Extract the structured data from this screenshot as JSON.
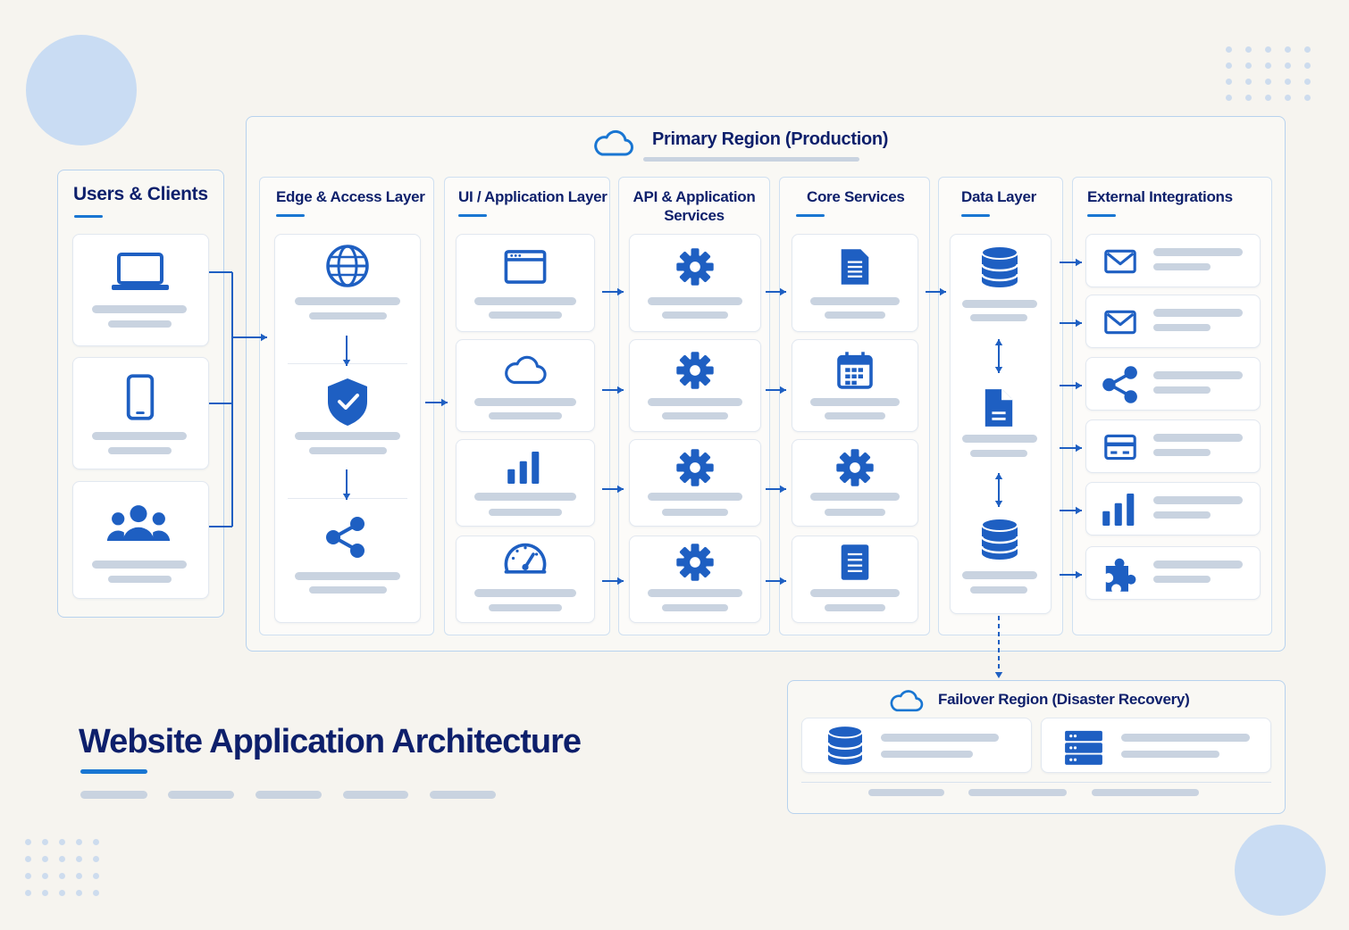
{
  "primary_region": {
    "title": "Primary Region (Production)",
    "icon": "cloud-icon"
  },
  "failover_region": {
    "title": "Failover Region (Disaster Recovery)",
    "icon": "cloud-icon"
  },
  "main_title": "Website Application Architecture",
  "columns": {
    "users": {
      "title": "Users & Clients",
      "icons": [
        "laptop-icon",
        "smartphone-icon",
        "users-group-icon"
      ]
    },
    "edge": {
      "title": "Edge & Access Layer",
      "icons": [
        "globe-icon",
        "shield-check-icon",
        "share-icon"
      ]
    },
    "ui": {
      "title": "UI / Application Layer",
      "icons": [
        "browser-window-icon",
        "cloud-icon",
        "bar-chart-icon",
        "speedometer-icon"
      ]
    },
    "api": {
      "title_line1": "API & Application",
      "title_line2": "Services",
      "icons": [
        "gear-icon",
        "gear-icon",
        "gear-icon",
        "gear-icon"
      ]
    },
    "core": {
      "title": "Core Services",
      "icons": [
        "document-icon",
        "calendar-icon",
        "gear-icon",
        "document-list-icon"
      ]
    },
    "data": {
      "title": "Data Layer",
      "icons": [
        "database-icon",
        "file-icon",
        "database-icon"
      ]
    },
    "external": {
      "title": "External Integrations",
      "icons": [
        "mail-icon",
        "mail-icon",
        "share-icon",
        "credit-card-icon",
        "bar-chart-icon",
        "puzzle-icon"
      ]
    }
  },
  "failover_icons": [
    "database-icon",
    "server-rack-icon"
  ],
  "colors": {
    "accent": "#1976d2",
    "icon": "#1e5fc2",
    "title": "#0d1f6b",
    "border": "#b7d2ee",
    "bar": "#c9d3e0",
    "background": "#f6f4ef"
  }
}
